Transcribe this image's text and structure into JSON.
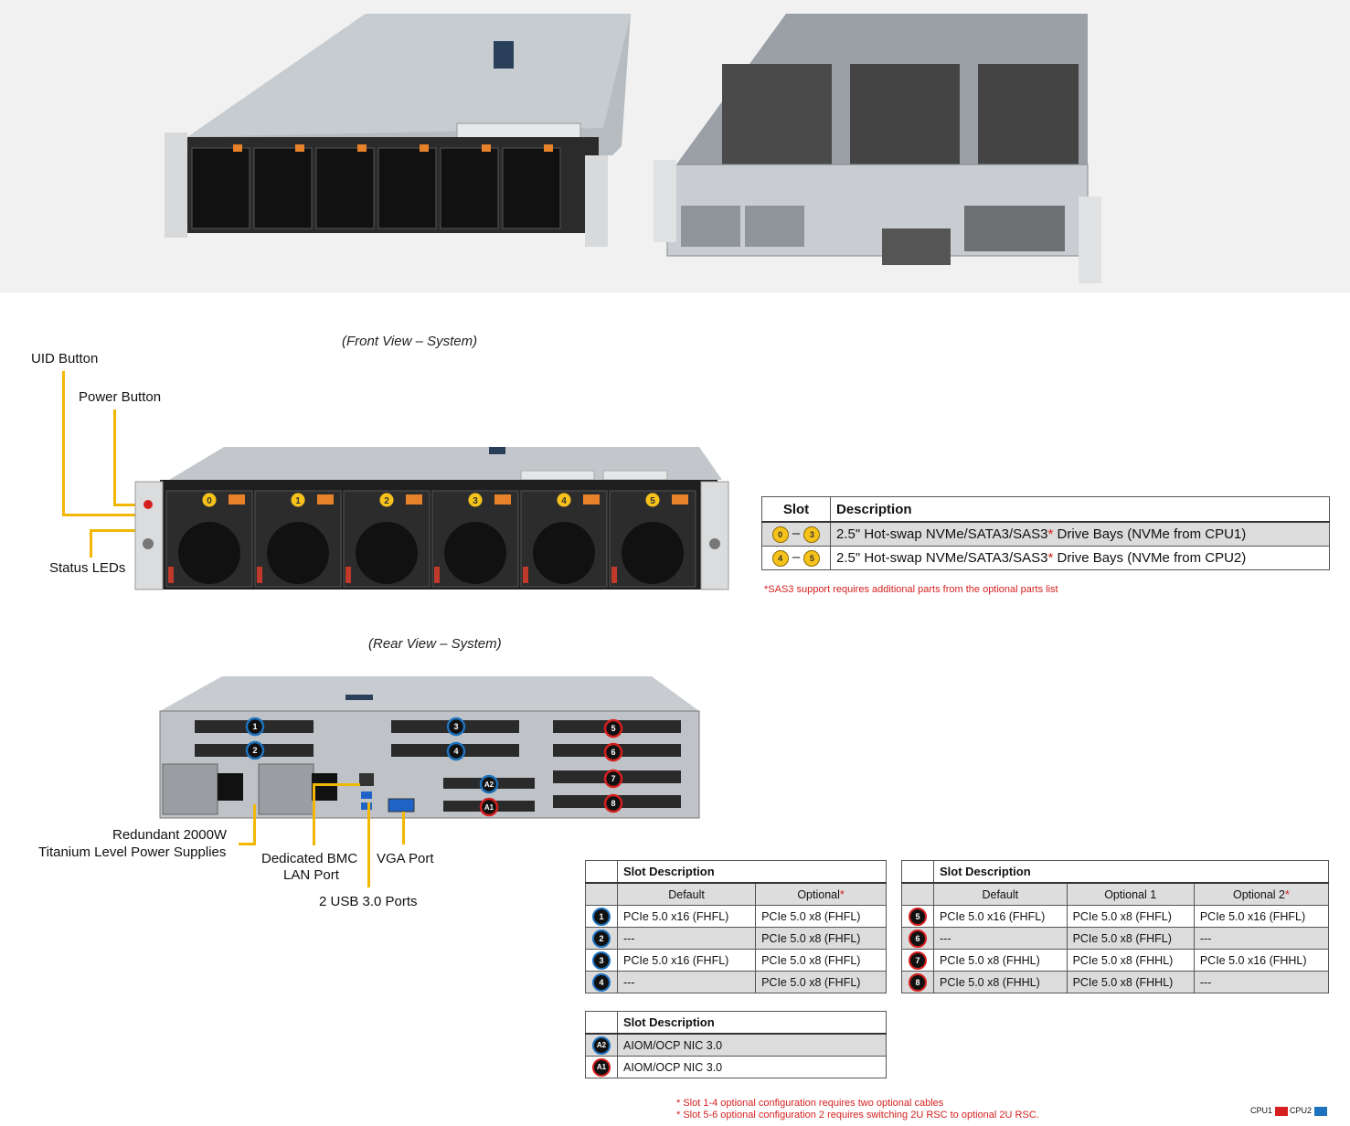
{
  "captions": {
    "front": "(Front View – System)",
    "rear": "(Rear View – System)"
  },
  "front_callouts": {
    "uid": "UID Button",
    "power": "Power Button",
    "status": "Status LEDs"
  },
  "bay_numbers": [
    "0",
    "1",
    "2",
    "3",
    "4",
    "5"
  ],
  "drive_table": {
    "headers": [
      "Slot",
      "Description"
    ],
    "rows": [
      {
        "from": "0",
        "to": "3",
        "dash": "–",
        "desc": "2.5\" Hot-swap NVMe/SATA3/SAS3",
        "mark": "*",
        "desc_tail": " Drive Bays (NVMe from CPU1)"
      },
      {
        "from": "4",
        "to": "5",
        "dash": "–",
        "desc": "2.5\" Hot-swap NVMe/SATA3/SAS3",
        "mark": "*",
        "desc_tail": " Drive Bays (NVMe from CPU2)"
      }
    ],
    "footnote": "*SAS3 support requires additional parts from the optional parts list"
  },
  "rear_callouts": {
    "psu_line1": "Redundant 2000W",
    "psu_line2": "Titanium Level Power Supplies",
    "bmc_line1": "Dedicated BMC",
    "bmc_line2": "LAN Port",
    "vga": "VGA Port",
    "usb": "2 USB 3.0 Ports"
  },
  "rear_slot_badges": [
    "1",
    "2",
    "3",
    "4",
    "5",
    "6",
    "7",
    "8",
    "A2",
    "A1"
  ],
  "slot_table_left": {
    "title": "Slot Description",
    "cols": [
      "Default",
      "Optional"
    ],
    "optional_mark": "*",
    "rows": [
      {
        "slot": "1",
        "default": "PCIe 5.0 x16 (FHFL)",
        "optional": "PCIe 5.0 x8 (FHFL)"
      },
      {
        "slot": "2",
        "default": "---",
        "optional": "PCIe 5.0 x8 (FHFL)"
      },
      {
        "slot": "3",
        "default": "PCIe 5.0 x16 (FHFL)",
        "optional": "PCIe 5.0 x8 (FHFL)"
      },
      {
        "slot": "4",
        "default": "---",
        "optional": "PCIe 5.0 x8 (FHFL)"
      }
    ]
  },
  "slot_table_right": {
    "title": "Slot Description",
    "cols": [
      "Default",
      "Optional 1",
      "Optional 2"
    ],
    "optional_mark": "*",
    "rows": [
      {
        "slot": "5",
        "default": "PCIe 5.0 x16 (FHFL)",
        "opt1": "PCIe 5.0 x8 (FHFL)",
        "opt2": "PCIe 5.0 x16 (FHFL)"
      },
      {
        "slot": "6",
        "default": "---",
        "opt1": "PCIe 5.0 x8 (FHFL)",
        "opt2": "---"
      },
      {
        "slot": "7",
        "default": "PCIe 5.0 x8 (FHHL)",
        "opt1": "PCIe 5.0 x8 (FHHL)",
        "opt2": "PCIe 5.0 x16 (FHHL)"
      },
      {
        "slot": "8",
        "default": "PCIe 5.0 x8 (FHHL)",
        "opt1": "PCIe 5.0 x8 (FHHL)",
        "opt2": "---"
      }
    ]
  },
  "aiom_table": {
    "title": "Slot Description",
    "rows": [
      {
        "slot": "A2",
        "desc": "AIOM/OCP NIC 3.0"
      },
      {
        "slot": "A1",
        "desc": "AIOM/OCP NIC 3.0"
      }
    ]
  },
  "bottom_notes": [
    "* Slot 1-4 optional configuration requires two optional cables",
    "* Slot 5-6 optional configuration 2 requires switching 2U RSC to optional 2U RSC."
  ],
  "cpu_legend": {
    "cpu1": "CPU1",
    "cpu2": "CPU2",
    "cpu1_color": "#d61f1f",
    "cpu2_color": "#1e73be"
  },
  "colors": {
    "callout_line": "#f2b705",
    "bay_badge": "#f7c31a"
  }
}
